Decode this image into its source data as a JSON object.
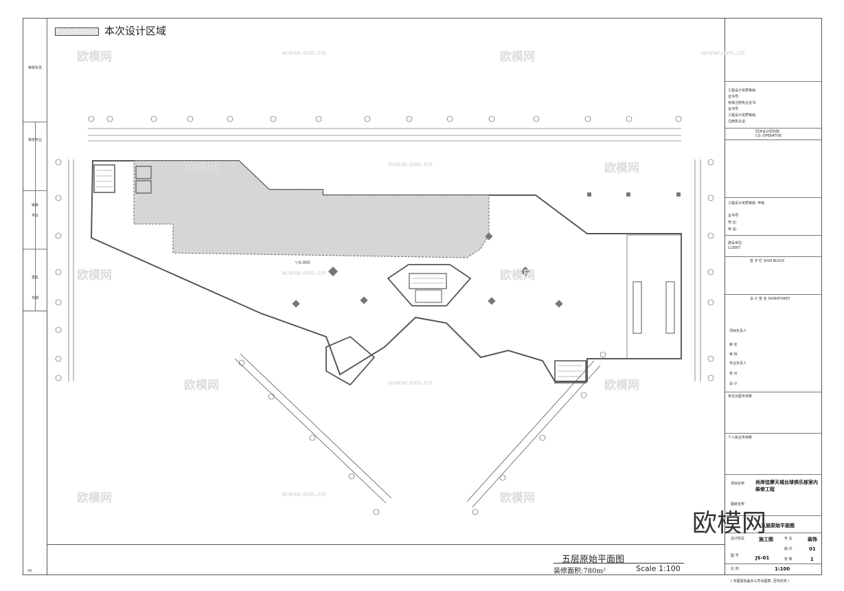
{
  "legend": {
    "label": "本次设计区域"
  },
  "drawing": {
    "title": "五层原始平面图",
    "area_label": "装修面积:",
    "area_value": "780m²",
    "scale": "Scale  1:100",
    "center_label": "▽4.000"
  },
  "left_strip": [
    "审核负责",
    "审定专业",
    "审核",
    "专业",
    "签名",
    "日期"
  ],
  "title_block": {
    "rows": [
      "工程设计资质等级:",
      "证书号:",
      "省级注册执业证书:",
      "证书号:",
      "工程设计资质等级:",
      "注册执业证:"
    ],
    "company": "同济设计研究院",
    "company_en": "CO.-OPERATIVE",
    "client_label": "工程设计资质等级: 甲级",
    "cert1": "证书号:",
    "cert2": "地 址:",
    "cert3": "电 话:",
    "client": "建设单位:",
    "client_en": "CLIENT:",
    "sign_header": "签 字 栏",
    "sign_header_en": "SIGN BLOCK",
    "design_header": "设 计 签 名",
    "design_header_en": "SIGNATURES",
    "roles": [
      "项目负责人",
      "审 定",
      "审 核",
      "专业负责人",
      "校 对",
      "设 计"
    ],
    "stamp": "单位出图专用章",
    "personal": "个人执业专用章",
    "project_label": "项目名称",
    "project_name": "尚岸弦摩天城台球俱乐部室内装修工程",
    "drawing_name_label": "图纸名称",
    "drawing_name": "五层原始平面图",
    "stage_label": "设计阶段",
    "stage": "施工图",
    "discipline_label": "专 业",
    "discipline": "装饰",
    "drawing_no_label": "图 号",
    "drawing_no": "JS-01",
    "version_label": "版 次",
    "version": "01",
    "scale_label": "比 例",
    "scale_value": "1:100",
    "sheet_label": "张 数",
    "sheet": "1",
    "footer": "( 本图需加盖本公司出图章, 否则无效 )"
  },
  "watermark": {
    "brand": "欧模网",
    "url": "www.om.cn"
  },
  "page_no": "43"
}
